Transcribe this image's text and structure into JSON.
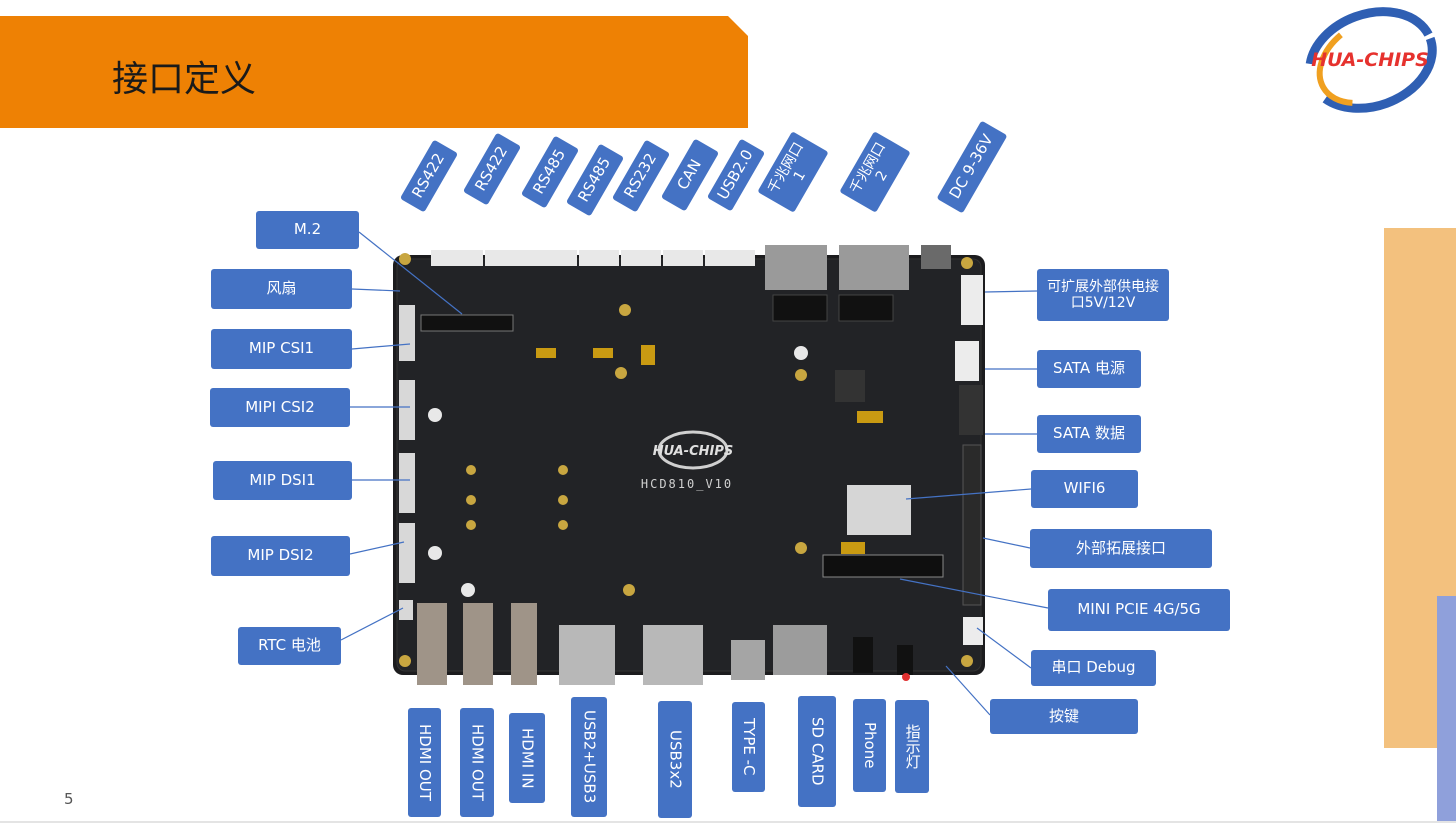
{
  "slide": {
    "title": "接口定义",
    "page_number": "5",
    "logo_text": "HUA-CHIPS",
    "board_silk_logo": "HUA-CHIPS",
    "board_model": "HCD810_V10",
    "colors": {
      "banner": "#ee8104",
      "label": "#4472c4",
      "deco_orange": "#f3c17e",
      "deco_blue": "#8fa0db",
      "logo_red": "#e6322e",
      "logo_blue": "#2f5fb3",
      "logo_orange": "#f0a020"
    }
  },
  "labels": {
    "top": [
      "RS422",
      "RS422",
      "RS485",
      "RS485",
      "RS232",
      "CAN",
      "USB2.0",
      "千兆网口1",
      "千兆网口2",
      "DC 9-36V"
    ],
    "left": [
      "M.2",
      "风扇",
      "MIP CSI1",
      "MIPI CSI2",
      "MIP DSI1",
      "MIP DSI2",
      "RTC 电池"
    ],
    "right": [
      "可扩展外部供电接口5V/12V",
      "SATA 电源",
      "SATA 数据",
      "WIFI6",
      "外部拓展接口",
      "MINI PCIE 4G/5G",
      "串口 Debug",
      "按键"
    ],
    "bottom": [
      "HDMI OUT",
      "HDMI OUT",
      "HDMI IN",
      "USB2+USB3",
      "USB3x2",
      "TYPE -C",
      "SD CARD",
      "Phone",
      "指示灯"
    ]
  }
}
